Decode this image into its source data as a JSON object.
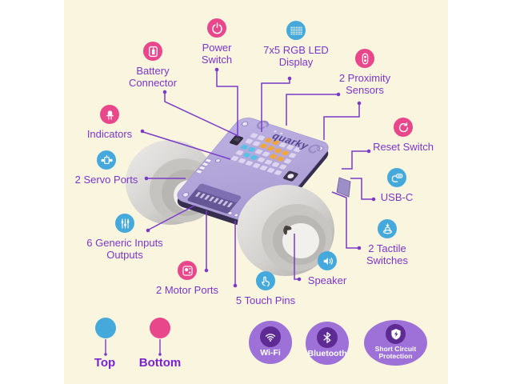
{
  "colors": {
    "page_white": "#FFFFFF",
    "canvas_cream": "#FAF5DE",
    "pink": "#E8478B",
    "blue": "#45A9DC",
    "label_purple": "#7B36C9",
    "line_purple": "#7B3BC8",
    "legend_purple": "#7A22CF",
    "badge_purple": "#9D71D8",
    "badge_inner_purple": "#5D2B91",
    "board_lavender": "#B3A7DA",
    "led_orange": "#F0A640",
    "led_cyan": "#59C0E8",
    "wheel_gray": "#D3D1CE"
  },
  "callouts": {
    "battery": {
      "l1": "Battery",
      "l2": "Connector"
    },
    "power": {
      "l1": "Power",
      "l2": "Switch"
    },
    "display": {
      "l1": "7x5 RGB LED",
      "l2": "Display"
    },
    "proximity": {
      "l1": "2 Proximity",
      "l2": "Sensors"
    },
    "indicators": {
      "l1": "Indicators"
    },
    "reset": {
      "l1": "Reset Switch"
    },
    "servo": {
      "l1": "2 Servo Ports"
    },
    "usb": {
      "l1": "USB-C"
    },
    "generic": {
      "l1": "6 Generic Inputs",
      "l2": "Outputs"
    },
    "tactile": {
      "l1": "2 Tactile",
      "l2": "Switches"
    },
    "motor": {
      "l1": "2 Motor Ports"
    },
    "touch": {
      "l1": "5 Touch Pins"
    },
    "speaker": {
      "l1": "Speaker"
    }
  },
  "legend": {
    "top": "Top",
    "bottom": "Bottom"
  },
  "badges": {
    "wifi": {
      "label": "Wi-Fi"
    },
    "bluetooth": {
      "label": "Bluetooth"
    },
    "scp": {
      "l1": "Short Circuit",
      "l2": "Protection"
    }
  },
  "board": {
    "brand": "quarky",
    "led_matrix": {
      "cols": 7,
      "rows": 5,
      "lit_orange": [
        [
          0,
          2
        ],
        [
          0,
          3
        ],
        [
          1,
          2
        ],
        [
          1,
          3
        ],
        [
          1,
          4
        ],
        [
          1,
          5
        ],
        [
          2,
          4
        ],
        [
          2,
          5
        ]
      ],
      "lit_cyan": [
        [
          2,
          0
        ],
        [
          2,
          1
        ],
        [
          3,
          1
        ],
        [
          3,
          2
        ]
      ],
      "unlit_color": "#DDD5F0",
      "orange_color": "#F0A640",
      "cyan_color": "#59C0E8"
    }
  }
}
